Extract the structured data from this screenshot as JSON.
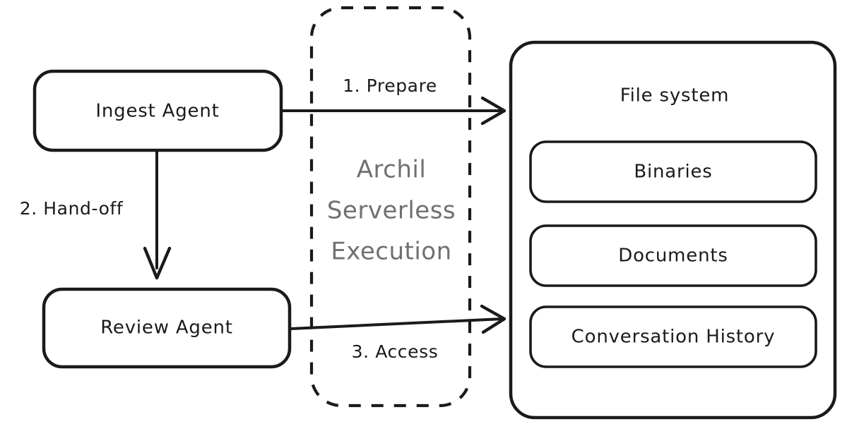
{
  "diagram": {
    "title": "Archil Serverless Execution agent file system flow",
    "background_color": "#ffffff",
    "stroke_color": "#1a1a1a",
    "muted_color": "#707070"
  },
  "nodes": {
    "ingest_agent": {
      "label": "Ingest Agent"
    },
    "review_agent": {
      "label": "Review Agent"
    },
    "file_system": {
      "label": "File system"
    },
    "file_system_items": [
      {
        "label": "Binaries"
      },
      {
        "label": "Documents"
      },
      {
        "label": "Conversation History"
      }
    ]
  },
  "group": {
    "label_lines": [
      "Archil",
      "Serverless",
      "Execution"
    ],
    "line1": "Archil",
    "line2": "Serverless",
    "line3": "Execution",
    "style": "dashed"
  },
  "edges": [
    {
      "id": "prepare",
      "label": "1. Prepare",
      "from": "ingest_agent",
      "to": "file_system"
    },
    {
      "id": "handoff",
      "label": "2. Hand-off",
      "from": "ingest_agent",
      "to": "review_agent"
    },
    {
      "id": "access",
      "label": "3. Access",
      "from": "review_agent",
      "to": "file_system"
    }
  ],
  "edge_labels": {
    "prepare": "1. Prepare",
    "handoff": "2. Hand-off",
    "access": "3. Access"
  }
}
